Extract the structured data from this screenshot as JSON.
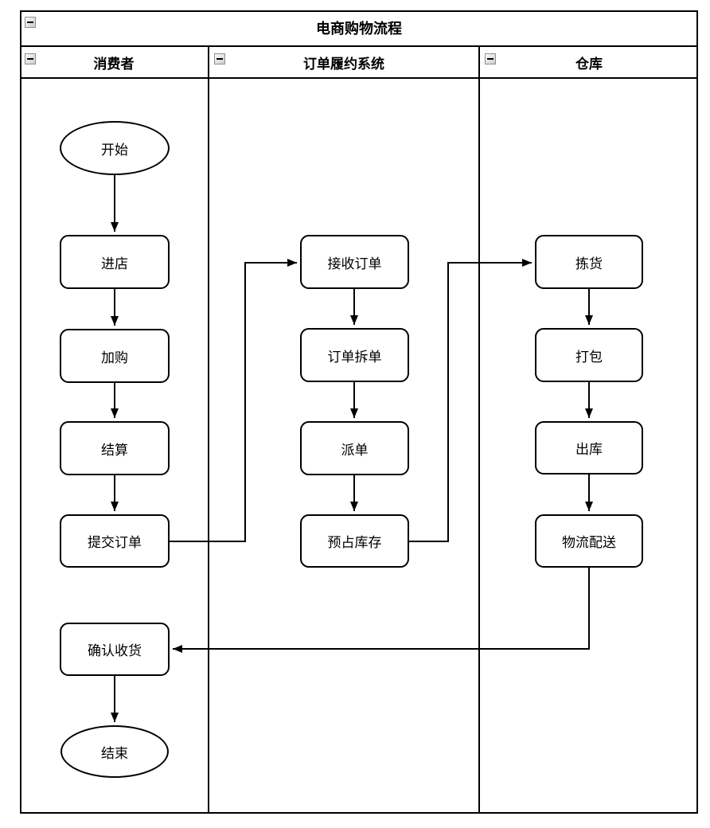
{
  "pool": {
    "title": "电商购物流程"
  },
  "lanes": [
    {
      "label": "消费者"
    },
    {
      "label": "订单履约系统"
    },
    {
      "label": "仓库"
    }
  ],
  "nodes": {
    "start": "开始",
    "enter_store": "进店",
    "add_to_cart": "加购",
    "checkout": "结算",
    "submit_order": "提交订单",
    "confirm_receipt": "确认收货",
    "end": "结束",
    "receive_order": "接收订单",
    "split_order": "订单拆单",
    "dispatch_order": "派单",
    "reserve_stock": "预占库存",
    "pick_goods": "拣货",
    "pack_goods": "打包",
    "outbound": "出库",
    "logistics_delivery": "物流配送"
  },
  "flow": [
    {
      "from": "开始",
      "to": "进店"
    },
    {
      "from": "进店",
      "to": "加购"
    },
    {
      "from": "加购",
      "to": "结算"
    },
    {
      "from": "结算",
      "to": "提交订单"
    },
    {
      "from": "提交订单",
      "to": "接收订单"
    },
    {
      "from": "接收订单",
      "to": "订单拆单"
    },
    {
      "from": "订单拆单",
      "to": "派单"
    },
    {
      "from": "派单",
      "to": "预占库存"
    },
    {
      "from": "预占库存",
      "to": "拣货"
    },
    {
      "from": "拣货",
      "to": "打包"
    },
    {
      "from": "打包",
      "to": "出库"
    },
    {
      "from": "出库",
      "to": "物流配送"
    },
    {
      "from": "物流配送",
      "to": "确认收货"
    },
    {
      "from": "确认收货",
      "to": "结束"
    }
  ],
  "colors": {
    "stroke": "#000000",
    "node_fill": "#ffffff",
    "collapse_icon_bg": "#cccccc",
    "collapse_icon_border": "#8f8f8f"
  }
}
